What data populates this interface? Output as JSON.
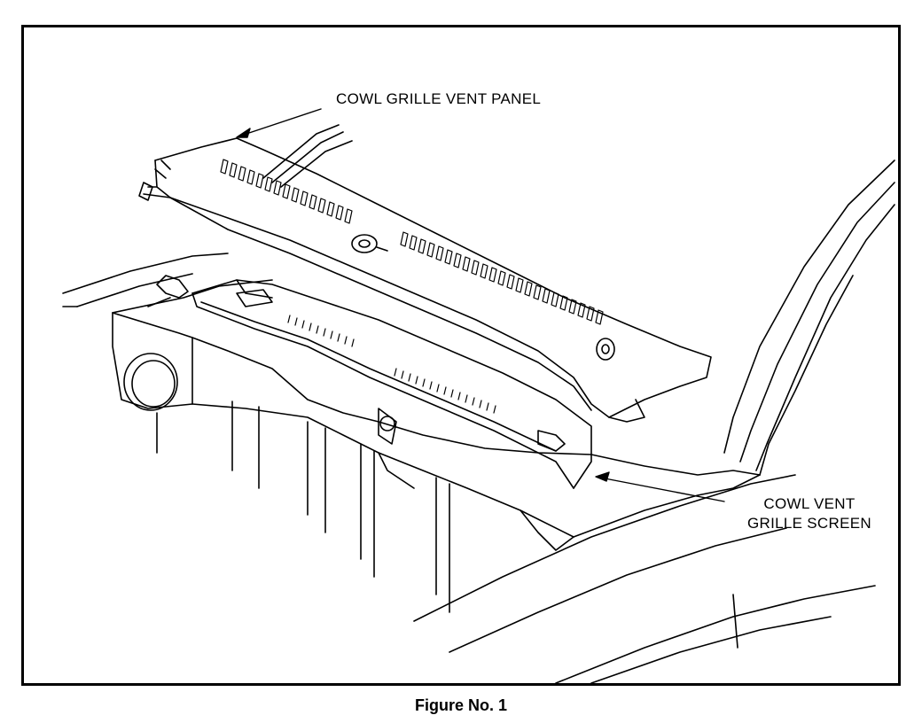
{
  "figure": {
    "callout_panel": "COWL GRILLE VENT PANEL",
    "callout_screen_line1": "COWL VENT",
    "callout_screen_line2": "GRILLE SCREEN",
    "caption": "Figure No. 1"
  },
  "colors": {
    "ink": "#000000",
    "paper": "#ffffff"
  }
}
